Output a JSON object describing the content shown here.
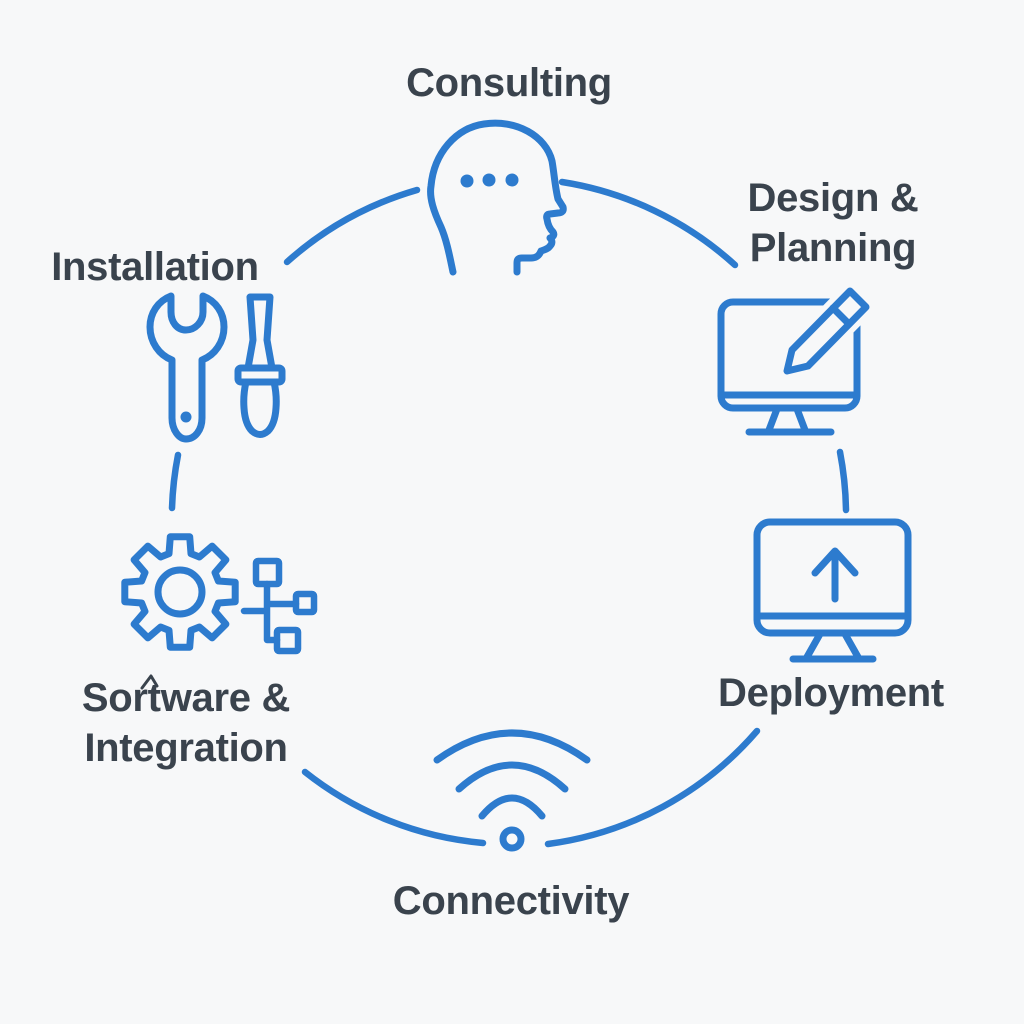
{
  "colors": {
    "accent_blue": "#2d7bce",
    "label_text": "#3a434d",
    "background": "#f7f8f9"
  },
  "diagram": {
    "type": "circular-process",
    "layout": "six nodes arranged on a circle connected by arc segments",
    "nodes": [
      {
        "id": "consulting",
        "position": "top-center",
        "label": "Consulting",
        "icon": "thinking-head-icon"
      },
      {
        "id": "design-planning",
        "position": "top-right",
        "label_line1": "Design &",
        "label_line2": "Planning",
        "icon": "monitor-pencil-icon"
      },
      {
        "id": "deployment",
        "position": "bottom-right",
        "label": "Deployment",
        "icon": "monitor-upload-arrow-icon"
      },
      {
        "id": "connectivity",
        "position": "bottom-center",
        "label": "Connectivity",
        "icon": "wifi-signal-icon"
      },
      {
        "id": "software-integration",
        "position": "bottom-left",
        "label_line1": "Sortware &",
        "label_line2": "Integration",
        "icon": "gear-sitemap-icon"
      },
      {
        "id": "installation",
        "position": "top-left",
        "label": "Installation",
        "icon": "wrench-screwdriver-icon"
      }
    ]
  }
}
